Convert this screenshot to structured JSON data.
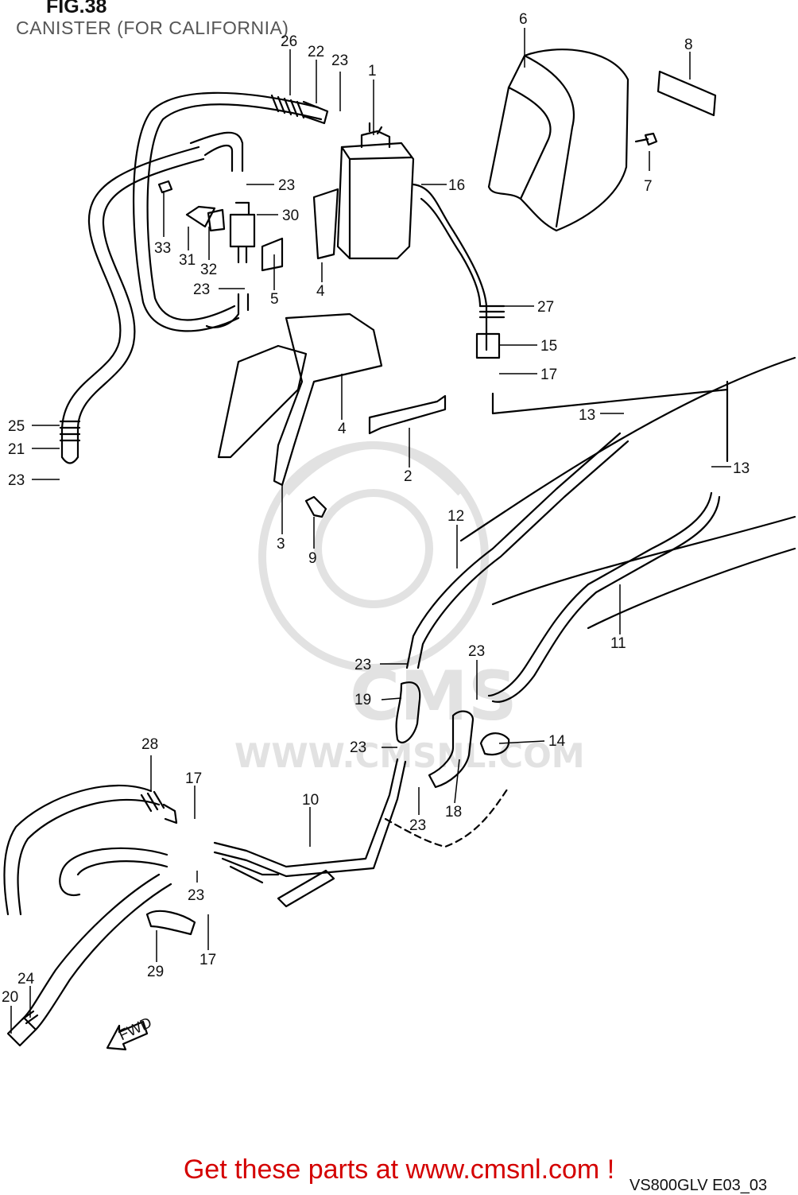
{
  "figure": {
    "title": "FIG.38",
    "subtitle": "CANISTER (FOR CALIFORNIA)",
    "model_code": "VS800GLV E03_03",
    "footer_link": "Get these parts at www.cmsnl.com !",
    "footer_color": "#d40000"
  },
  "watermark": {
    "text": "WWW.CMSNL.COM",
    "logo_text": "CMS",
    "color": "#e2e2e2"
  },
  "fwd_arrow_label": "FWD",
  "callouts": [
    "1",
    "2",
    "3",
    "4",
    "4",
    "5",
    "6",
    "7",
    "8",
    "9",
    "10",
    "11",
    "12",
    "13",
    "13",
    "14",
    "15",
    "16",
    "17",
    "17",
    "17",
    "18",
    "19",
    "20",
    "21",
    "22",
    "23",
    "23",
    "23",
    "23",
    "23",
    "23",
    "23",
    "23",
    "23",
    "23",
    "24",
    "25",
    "26",
    "27",
    "28",
    "29",
    "30",
    "31",
    "32",
    "33"
  ]
}
